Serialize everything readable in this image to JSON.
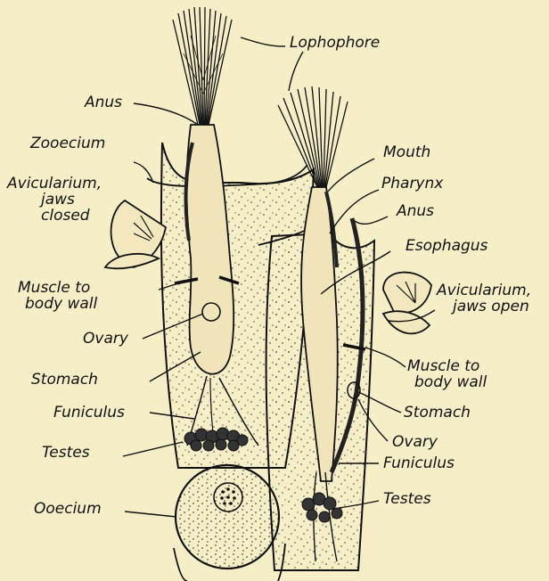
{
  "labels": {
    "lophophore": "Lophophore",
    "anus_left": "Anus",
    "zooecium": "Zooecium",
    "avicularium_closed": [
      "Avicularium,",
      "jaws",
      "closed"
    ],
    "muscle_left": [
      "Muscle to",
      "body wall"
    ],
    "ovary_left": "Ovary",
    "stomach_left": "Stomach",
    "funiculus_left": "Funiculus",
    "testes_left": "Testes",
    "ooecium": "Ooecium",
    "mouth": "Mouth",
    "pharynx": "Pharynx",
    "anus_right": "Anus",
    "esophagus": "Esophagus",
    "avicularium_open": [
      "Avicularium,",
      "jaws open"
    ],
    "muscle_right": [
      "Muscle to",
      "body wall"
    ],
    "stomach_right": "Stomach",
    "ovary_right": "Ovary",
    "funiculus_right": "Funiculus",
    "testes_right": "Testes"
  },
  "colors": {
    "background": "#f6eec6",
    "ink": "#111111"
  }
}
